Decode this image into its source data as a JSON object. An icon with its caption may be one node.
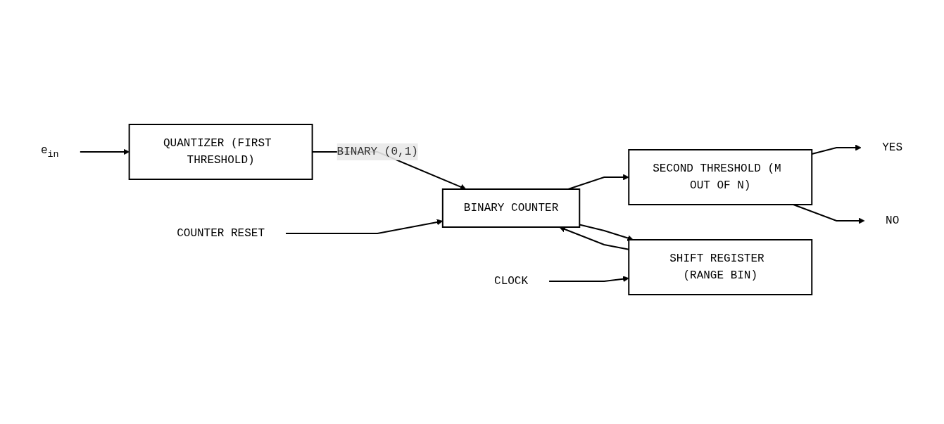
{
  "diagram": {
    "nodes": [
      {
        "text": [
          "e$_{in}$"
        ]
      },
      {
        "text": [
          "QUANTIZER (FIRST THRESHOLD)"
        ]
      },
      {
        "text": [
          "BINARY COUNTER"
        ]
      },
      {
        "text": [
          "SECOND THRESHOLD (M OUT OF N)"
        ]
      },
      {
        "text": [
          "SHIFT REGISTER (RANGE BIN)"
        ]
      },
      {
        "text": [
          "COUNTER RESET"
        ]
      },
      {
        "text": [
          "CLOCK"
        ]
      },
      {
        "text": [
          "YES"
        ]
      },
      {
        "text": [
          "NO"
        ]
      }
    ],
    "edges": [
      {
        "from": 0,
        "to": 1,
        "arrow": "to"
      },
      {
        "from": 1,
        "to": 2,
        "arrow": "to",
        "label": "BINARY (0,1)"
      },
      {
        "from": 5,
        "to": 2,
        "arrow": "to"
      },
      {
        "from": 2,
        "to": 3,
        "arrow": "to"
      },
      {
        "from": 2,
        "to": 4,
        "arrow": "to"
      },
      {
        "from": 4,
        "to": 2,
        "arrow": "to"
      },
      {
        "from": 6,
        "to": 4,
        "arrow": "to"
      },
      {
        "from": 3,
        "to": 7,
        "arrow": "to"
      },
      {
        "from": 3,
        "to": 8,
        "arrow": "to"
      }
    ]
  }
}
